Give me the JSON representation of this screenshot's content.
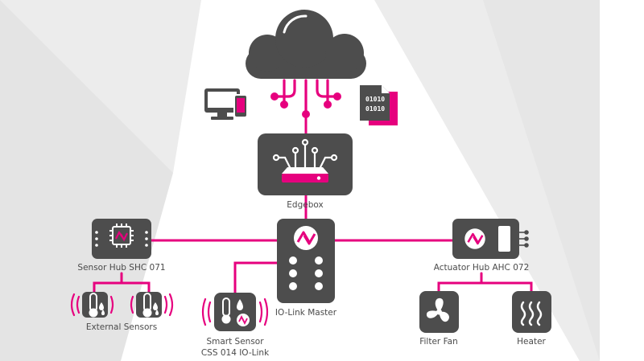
{
  "colors": {
    "accent": "#e6007e",
    "dark": "#4d4d4d",
    "panel": "#ebebeb"
  },
  "nodes": {
    "cloud": {
      "icon": "cloud-icon"
    },
    "devices": {
      "icon": "computer-phone-icon"
    },
    "data_file": {
      "icon": "binary-file-icon",
      "bits": [
        "01010",
        "01010"
      ]
    },
    "edgebox": {
      "label": "Edgebox",
      "icon": "router-network-icon"
    },
    "iolink_master": {
      "label": "IO-Link Master",
      "icon": "io-link-icon"
    },
    "sensor_hub": {
      "label": "Sensor Hub SHC 071",
      "icon": "chip-icon"
    },
    "actuator_hub": {
      "label": "Actuator Hub AHC 072",
      "icon": "io-link-icon"
    },
    "external_sensors": {
      "label": "External Sensors",
      "icon": "thermometer-droplet-icon"
    },
    "smart_sensor": {
      "label_line1": "Smart Sensor",
      "label_line2": "CSS 014 IO-Link",
      "icon": "thermometer-droplet-icon"
    },
    "filter_fan": {
      "label": "Filter Fan",
      "icon": "fan-icon"
    },
    "heater": {
      "label": "Heater",
      "icon": "heat-waves-icon"
    }
  }
}
